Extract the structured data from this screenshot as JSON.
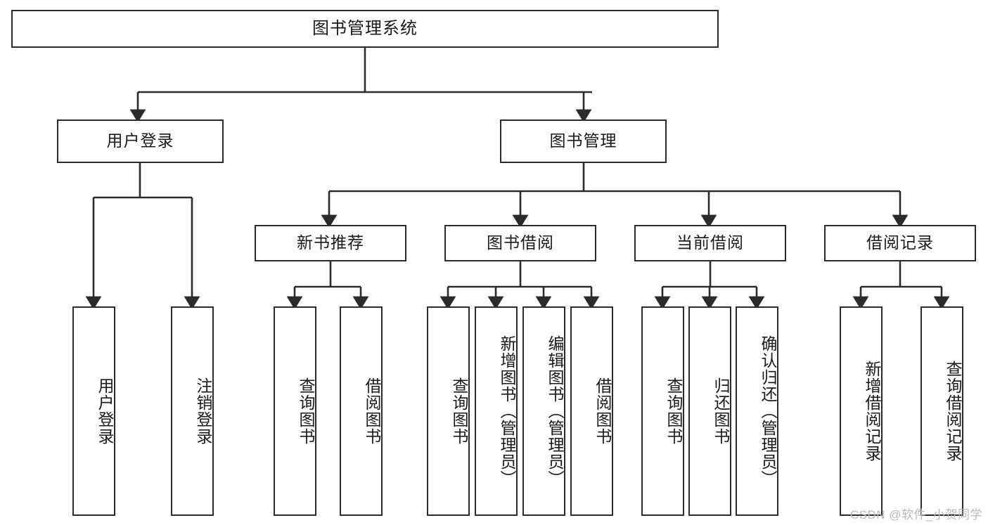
{
  "diagram": {
    "title": "图书管理系统",
    "type": "tree-hierarchy",
    "watermark": "CSDN @软件_小贺同学",
    "colors": {
      "border": "#2b2b2b",
      "background": "#ffffff",
      "text": "#1a1a1a",
      "watermark": "#b9b9b9"
    },
    "levels": {
      "root": {
        "label": "图书管理系统"
      },
      "level2": [
        {
          "id": "user-login",
          "label": "用户登录"
        },
        {
          "id": "book-manage",
          "label": "图书管理"
        }
      ],
      "level3": [
        {
          "id": "new-book-recommend",
          "label": "新书推荐"
        },
        {
          "id": "book-borrow",
          "label": "图书借阅"
        },
        {
          "id": "current-borrow",
          "label": "当前借阅"
        },
        {
          "id": "borrow-record",
          "label": "借阅记录"
        }
      ],
      "leaves": {
        "user-login": [
          {
            "id": "leaf-user-login",
            "label": "用户登录"
          },
          {
            "id": "leaf-user-logout",
            "label": "注销登录"
          }
        ],
        "new-book-recommend": [
          {
            "id": "leaf-query-book-1",
            "label": "查询图书"
          },
          {
            "id": "leaf-borrow-book-1",
            "label": "借阅图书"
          }
        ],
        "book-borrow": [
          {
            "id": "leaf-query-book-2",
            "label": "查询图书"
          },
          {
            "id": "leaf-add-book",
            "label": "新增图书（管理员）"
          },
          {
            "id": "leaf-edit-book",
            "label": "编辑图书（管理员）"
          },
          {
            "id": "leaf-borrow-book-2",
            "label": "借阅图书"
          }
        ],
        "current-borrow": [
          {
            "id": "leaf-query-book-3",
            "label": "查询图书"
          },
          {
            "id": "leaf-return-book",
            "label": "归还图书"
          },
          {
            "id": "leaf-confirm-return",
            "label": "确认归还（管理员）"
          }
        ],
        "borrow-record": [
          {
            "id": "leaf-add-record",
            "label": "新增借阅记录"
          },
          {
            "id": "leaf-query-record",
            "label": "查询借阅记录"
          }
        ]
      }
    }
  }
}
